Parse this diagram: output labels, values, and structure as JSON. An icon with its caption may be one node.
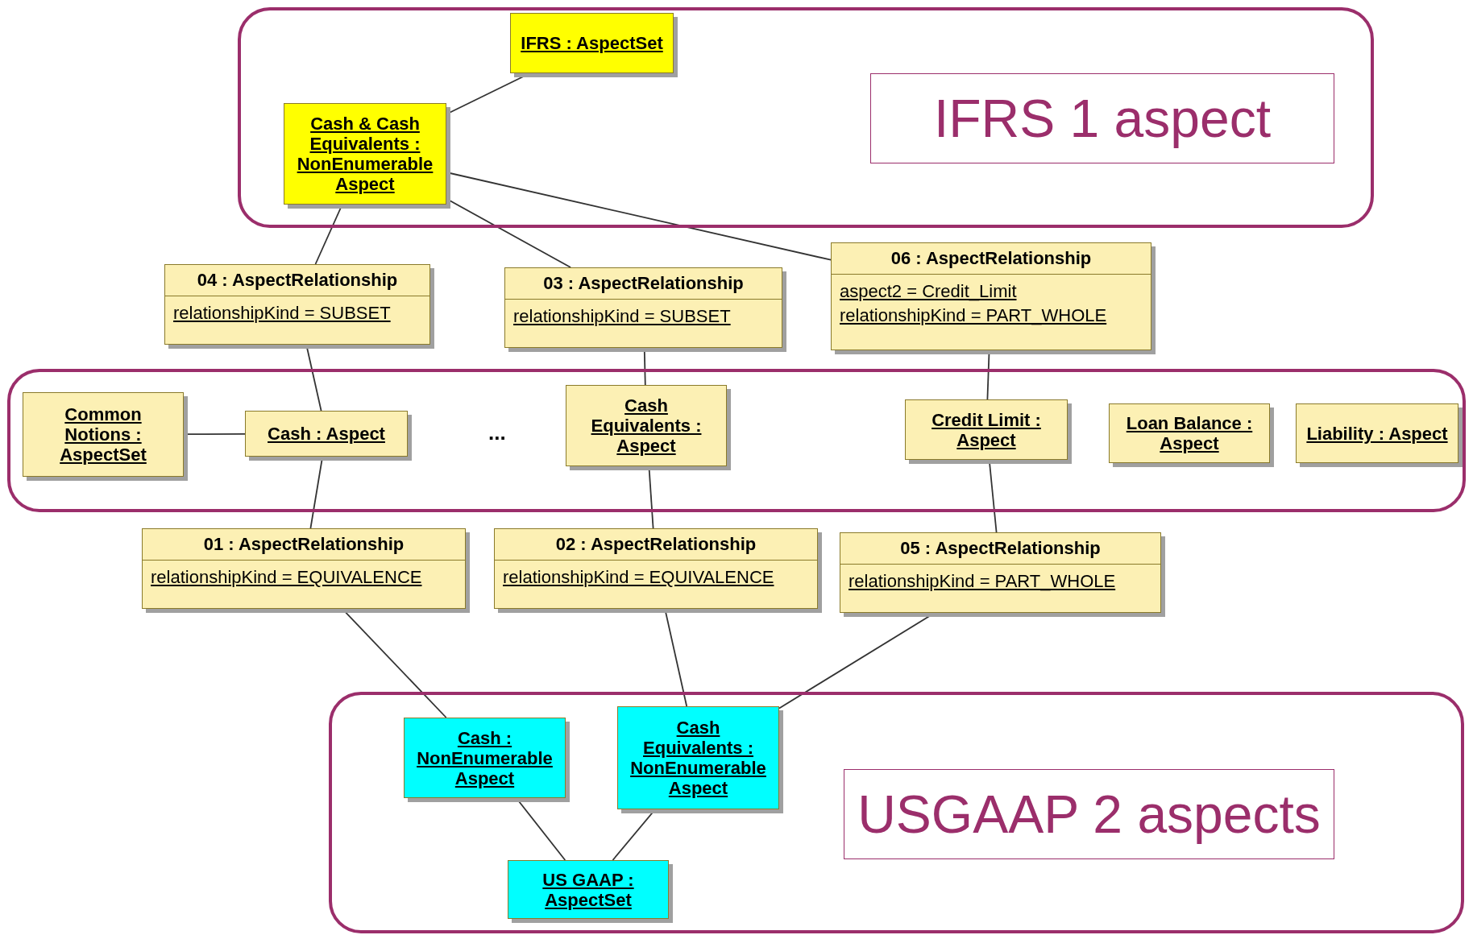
{
  "diagram": {
    "nodes": [
      {
        "text": [],
        "shape": "box"
      },
      {
        "text": [
          "IFRS : AspectSet"
        ],
        "in": 0
      },
      {
        "text": [
          "Cash & Cash Equivalents : NonEnumerable Aspect"
        ],
        "in": 0
      },
      {
        "text": [
          "IFRS 1 aspect"
        ],
        "in": 0
      },
      {
        "text": [
          "04 : AspectRelationship",
          "relationshipKind = SUBSET"
        ]
      },
      {
        "text": [
          "03 : AspectRelationship",
          "relationshipKind = SUBSET"
        ]
      },
      {
        "text": [
          "06 : AspectRelationship",
          "aspect2 = Credit_Limit",
          "relationshipKind = PART_WHOLE"
        ]
      },
      {
        "text": [],
        "shape": "box"
      },
      {
        "text": [
          "Common Notions : AspectSet"
        ],
        "in": 7
      },
      {
        "text": [
          "Cash : Aspect"
        ],
        "in": 7
      },
      {
        "text": [
          "Cash Equivalents : Aspect"
        ],
        "in": 7
      },
      {
        "text": [
          "Credit Limit : Aspect"
        ],
        "in": 7
      },
      {
        "text": [
          "Loan Balance : Aspect"
        ],
        "in": 7
      },
      {
        "text": [
          "Liability : Aspect"
        ],
        "in": 7
      },
      {
        "text": [
          "01 : AspectRelationship",
          "relationshipKind = EQUIVALENCE"
        ]
      },
      {
        "text": [
          "02 : AspectRelationship",
          "relationshipKind = EQUIVALENCE"
        ]
      },
      {
        "text": [
          "05 : AspectRelationship",
          "relationshipKind = PART_WHOLE"
        ]
      },
      {
        "text": [],
        "shape": "box"
      },
      {
        "text": [
          "Cash : NonEnumerable Aspect"
        ],
        "in": 17
      },
      {
        "text": [
          "Cash Equivalents : NonEnumerable Aspect"
        ],
        "in": 17
      },
      {
        "text": [
          "USGAAP 2 aspects"
        ],
        "in": 17
      },
      {
        "text": [
          "US GAAP : AspectSet"
        ],
        "in": 17
      }
    ],
    "edges": [
      {
        "from": 1,
        "to": 2,
        "arrow": "none"
      },
      {
        "from": 2,
        "to": 4,
        "arrow": "none"
      },
      {
        "from": 2,
        "to": 5,
        "arrow": "none"
      },
      {
        "from": 2,
        "to": 6,
        "arrow": "none"
      },
      {
        "from": 4,
        "to": 9,
        "arrow": "none"
      },
      {
        "from": 5,
        "to": 10,
        "arrow": "none"
      },
      {
        "from": 6,
        "to": 11,
        "arrow": "none"
      },
      {
        "from": 8,
        "to": 9,
        "arrow": "none"
      },
      {
        "from": 9,
        "to": 14,
        "arrow": "none"
      },
      {
        "from": 10,
        "to": 15,
        "arrow": "none"
      },
      {
        "from": 11,
        "to": 16,
        "arrow": "none"
      },
      {
        "from": 14,
        "to": 18,
        "arrow": "none"
      },
      {
        "from": 15,
        "to": 19,
        "arrow": "none"
      },
      {
        "from": 16,
        "to": 19,
        "arrow": "none"
      },
      {
        "from": 18,
        "to": 21,
        "arrow": "none"
      },
      {
        "from": 19,
        "to": 21,
        "arrow": "none"
      }
    ],
    "labels": [
      "..."
    ]
  }
}
